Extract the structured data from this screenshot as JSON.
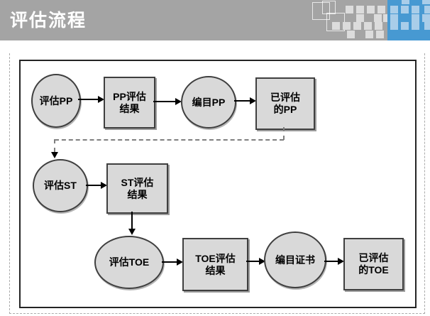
{
  "header": {
    "title": "评估流程",
    "decoration": {
      "header_bg": "#a4a4a4",
      "blue_block_color": "#4799d2",
      "gray_square_color": "#dcdcdc",
      "blue_square_color": "#a9cde9",
      "outline_squares": [
        [
          440,
          3,
          23
        ],
        [
          454,
          1,
          17
        ],
        [
          460,
          18,
          24
        ]
      ],
      "gray_squares": [
        [
          487,
          8
        ],
        [
          502,
          8
        ],
        [
          517,
          8
        ],
        [
          532,
          8
        ],
        [
          502,
          20
        ],
        [
          527,
          20
        ],
        [
          540,
          20
        ],
        [
          468,
          31
        ],
        [
          483,
          31
        ],
        [
          498,
          31
        ],
        [
          513,
          31
        ],
        [
          528,
          31
        ],
        [
          489,
          43
        ],
        [
          515,
          43
        ],
        [
          530,
          43
        ]
      ],
      "blue_squares": [
        [
          566,
          0,
          11,
          6
        ],
        [
          595,
          0,
          11,
          6
        ],
        [
          550,
          8
        ],
        [
          565,
          8
        ],
        [
          580,
          8
        ],
        [
          598,
          8
        ],
        [
          550,
          20
        ],
        [
          580,
          20
        ],
        [
          595,
          20
        ],
        [
          550,
          31
        ],
        [
          565,
          31
        ],
        [
          580,
          31
        ],
        [
          598,
          31
        ]
      ]
    }
  },
  "flowchart": {
    "nodes": [
      {
        "id": "evaluate-pp",
        "shape": "ellipse",
        "label": "评估PP"
      },
      {
        "id": "pp-eval-result",
        "shape": "rect",
        "label": "PP评估\n结果"
      },
      {
        "id": "catalog-pp",
        "shape": "ellipse",
        "label": "编目PP"
      },
      {
        "id": "evaluated-pp",
        "shape": "rect",
        "label": "已评估\n的PP"
      },
      {
        "id": "evaluate-st",
        "shape": "ellipse",
        "label": "评估ST"
      },
      {
        "id": "st-eval-result",
        "shape": "rect",
        "label": "ST评估\n结果"
      },
      {
        "id": "evaluate-toe",
        "shape": "ellipse",
        "label": "评估TOE"
      },
      {
        "id": "toe-eval-result",
        "shape": "rect",
        "label": "TOE评估\n结果"
      },
      {
        "id": "catalog-cert",
        "shape": "ellipse",
        "label": "编目证书"
      },
      {
        "id": "evaluated-toe",
        "shape": "rect",
        "label": "已评估\n的TOE"
      }
    ],
    "node_fill": "#d9d9d9",
    "node_border": "#3f3f3f",
    "solid_arrow_color": "#000000",
    "dashed_connector_color": "#7f7f7f"
  }
}
